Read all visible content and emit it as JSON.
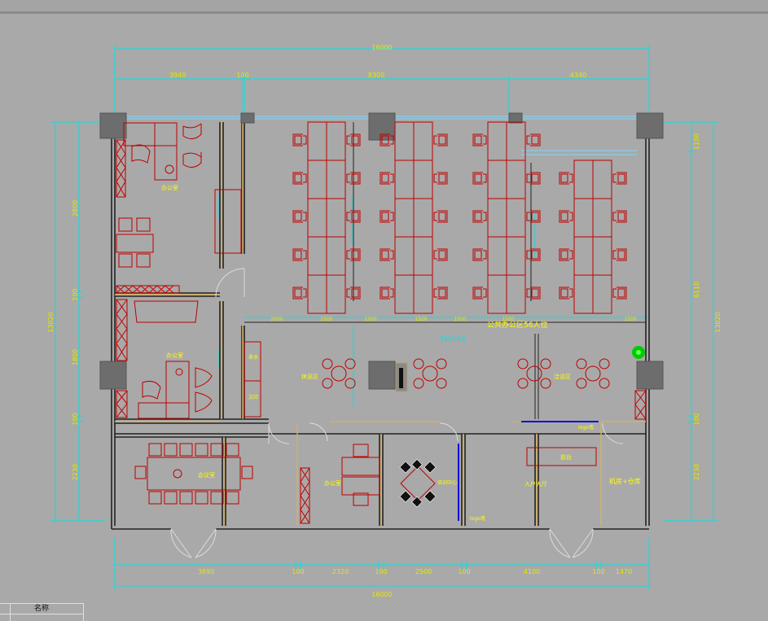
{
  "dims": {
    "total_top": "16000",
    "total_bottom": "16000",
    "top_segments": [
      "3940",
      "100",
      "8300",
      "4340"
    ],
    "bottom_segments": [
      "3690",
      "100",
      "2320",
      "100",
      "2500",
      "100",
      "4100",
      "100",
      "1470"
    ],
    "left_total": "13020",
    "left_segments": [
      "2800",
      "100",
      "1800",
      "100",
      "2230"
    ],
    "right_total": "13020",
    "right_segments": [
      "1100",
      "6110",
      "100",
      "2230"
    ],
    "inner_row": [
      "2000",
      "1500",
      "1500",
      "1500",
      "1500",
      "1500",
      "1500"
    ]
  },
  "rooms": {
    "office_1": "办公室",
    "office_2": "办公室",
    "office_3": "办公室",
    "open_office": "公共办公区56人位",
    "rest_area": "休息区",
    "negotiation": "洽谈区",
    "meeting_room": "会议室",
    "reception_hall": "入户大厅",
    "front_desk": "前台",
    "server_storage": "机房+仓库",
    "training": "培训中心",
    "logo_wall_1": "logo墙",
    "logo_wall_2": "logo墙",
    "tea": "茶水",
    "print": "文印",
    "brand_mark": "TMOSS"
  },
  "table_header": "名称",
  "colors": {
    "background": "#a9a9a9",
    "wall": "#222222",
    "dimension": "#00e5e5",
    "furniture": "#c00000",
    "text": "#ffff00",
    "door": "#d8b060",
    "glass": "#7fd8ff",
    "column": "#6a6a6a",
    "plant": "#00cc00",
    "logo_wall": "#1010dd"
  }
}
